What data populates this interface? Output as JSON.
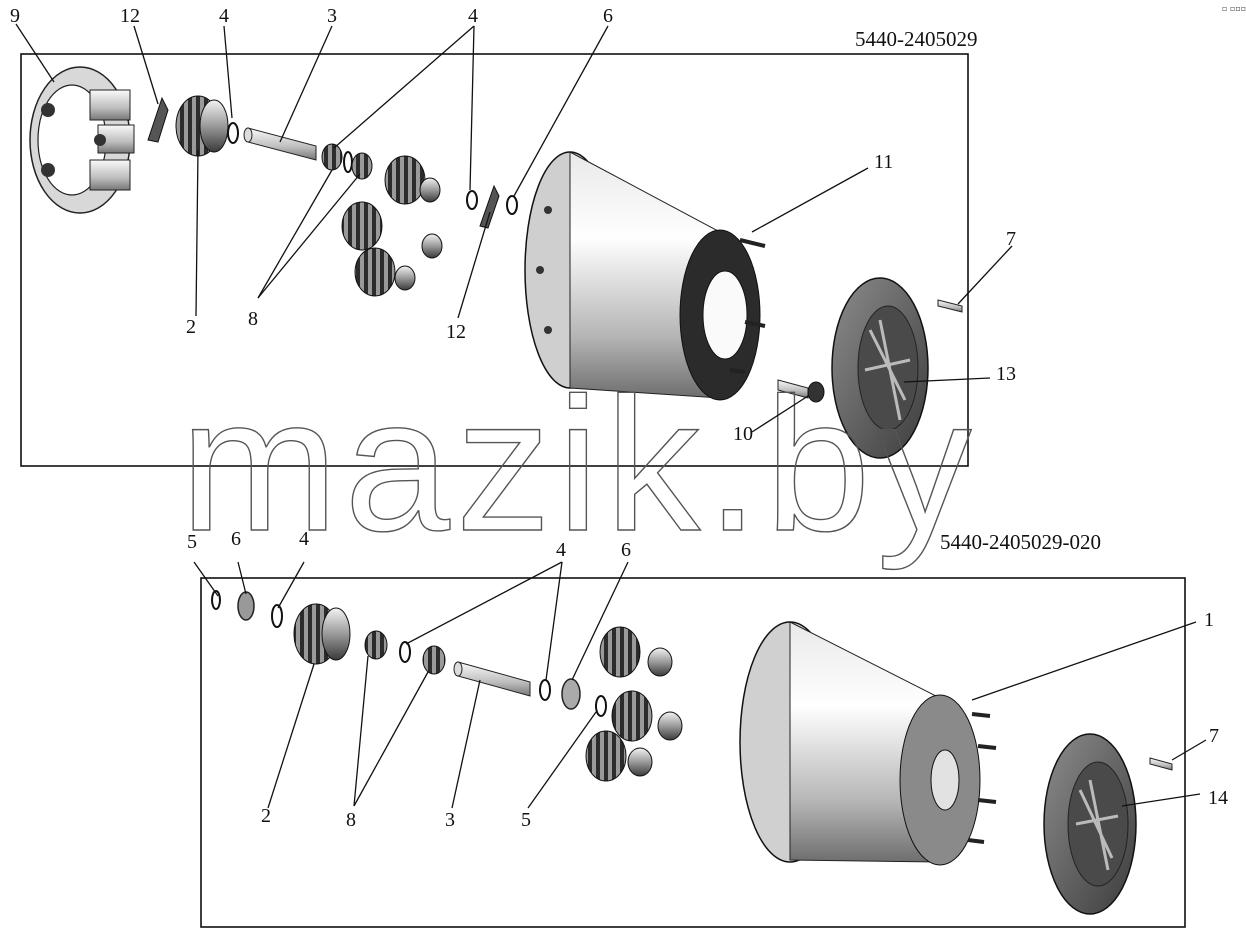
{
  "assemblies": [
    {
      "code": "5440-2405029"
    },
    {
      "code": "5440-2405029-020"
    }
  ],
  "watermark": "mazik.by",
  "corner_mark": "▫ ▫▫▫",
  "callouts_top": [
    "9",
    "12",
    "4",
    "3",
    "4",
    "6",
    "2",
    "8",
    "12",
    "11",
    "7",
    "13",
    "10"
  ],
  "callouts_bottom": [
    "5",
    "6",
    "4",
    "4",
    "6",
    "1",
    "7",
    "14",
    "2",
    "8",
    "3",
    "5"
  ]
}
